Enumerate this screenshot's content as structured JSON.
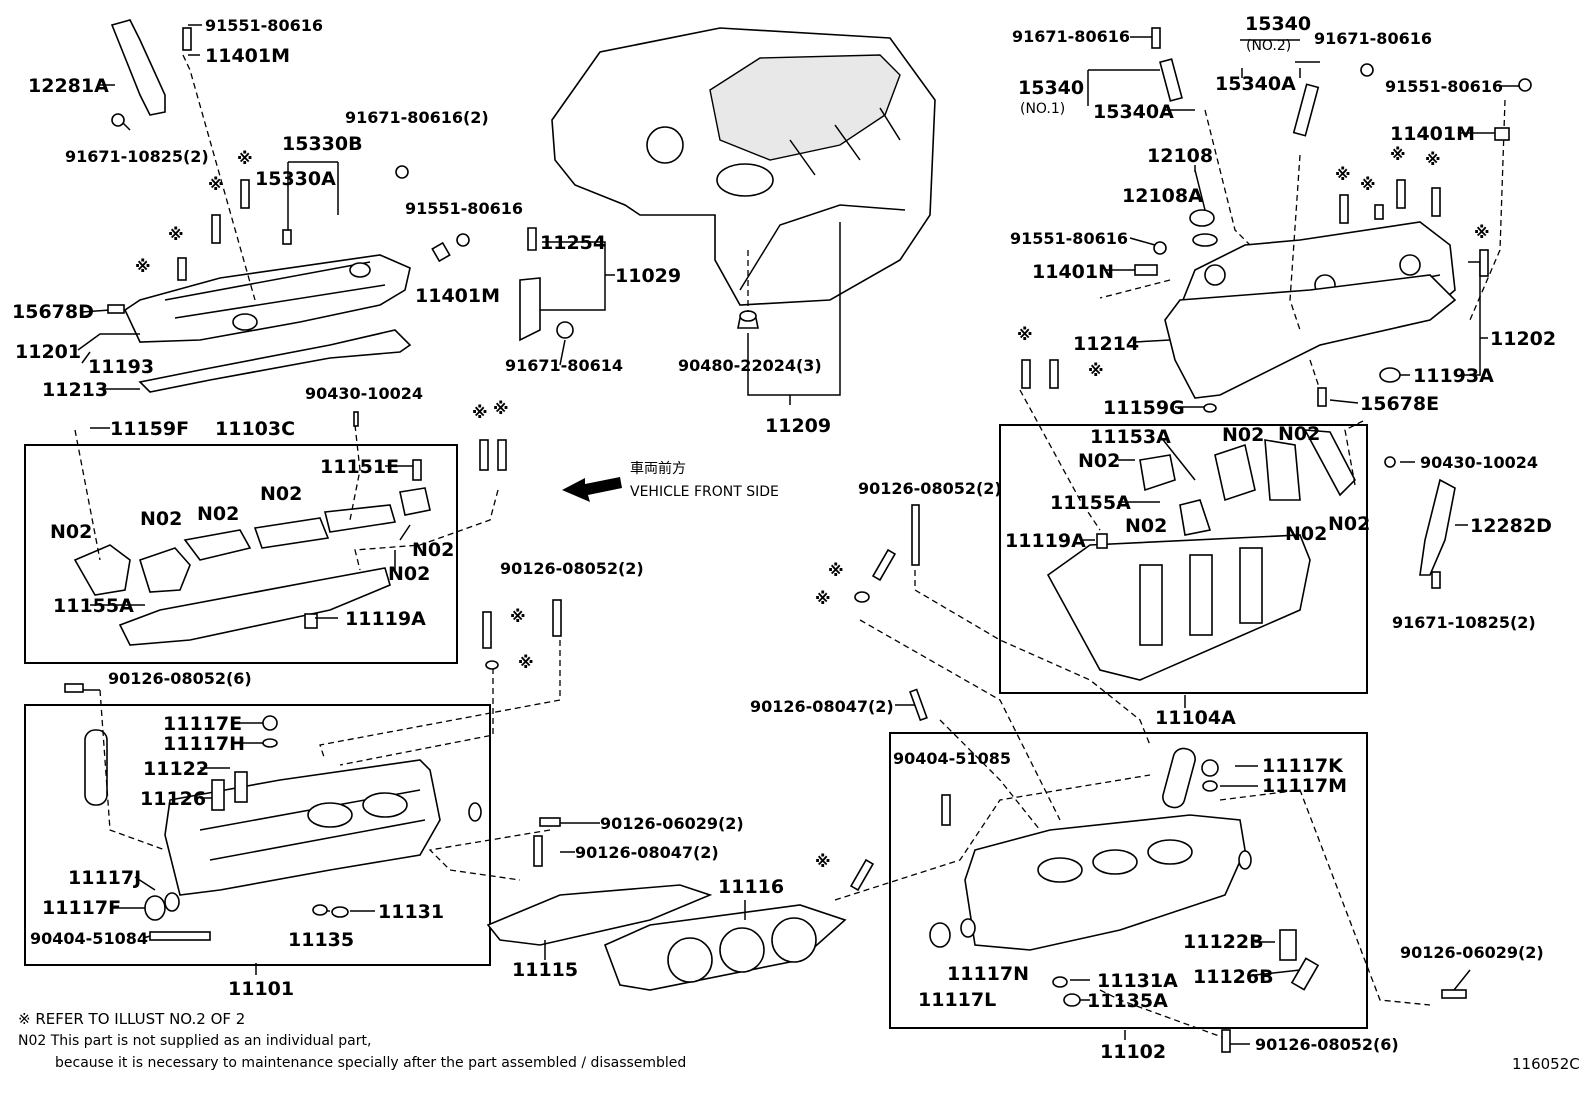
{
  "labels": {
    "l12281A": "12281A",
    "l91551_80616_a": "91551-80616",
    "l11401M_a": "11401M",
    "l91671_10825_a": "91671-10825(2)",
    "l15330B": "15330B",
    "l15330A": "15330A",
    "l91671_80616_2a": "91671-80616(2)",
    "l91551_80616_b": "91551-80616",
    "l11401M_b": "11401M",
    "l15678D": "15678D",
    "l11201": "11201",
    "l11193": "11193",
    "l11213": "11213",
    "l90430_10024_a": "90430-10024",
    "l11254": "11254",
    "l11029": "11029",
    "l91671_80614": "91671-80614",
    "l90480_22024": "90480-22024(3)",
    "l11209": "11209",
    "l11159F": "11159F",
    "l11103C": "11103C",
    "l11151E": "11151E",
    "l11155A_a": "11155A",
    "l11119A_a": "11119A",
    "l90126_08052_2a": "90126-08052(2)",
    "l90126_08052_6a": "90126-08052(6)",
    "l11117E": "11117E",
    "l11117H": "11117H",
    "l11122": "11122",
    "l11126": "11126",
    "l11117J": "11117J",
    "l11117F": "11117F",
    "l90404_51084": "90404-51084",
    "l11135": "11135",
    "l11131": "11131",
    "l11101": "11101",
    "l90126_06029_a": "90126-06029(2)",
    "l90126_08047_a": "90126-08047(2)",
    "l11115": "11115",
    "l11116": "11116",
    "l91671_80616_c": "91671-80616",
    "l15340": "15340",
    "l15340_no2": "(NO.2)",
    "l91671_80616_d": "91671-80616",
    "l15340_b": "15340",
    "l15340_no1": "(NO.1)",
    "l15340A_a": "15340A",
    "l15340A_b": "15340A",
    "l91551_80616_c": "91551-80616",
    "l11401M_c": "11401M",
    "l12108": "12108",
    "l12108A": "12108A",
    "l91551_80616_d": "91551-80616",
    "l11401N": "11401N",
    "l11214": "11214",
    "l11202": "11202",
    "l11193A": "11193A",
    "l11159G": "11159G",
    "l15678E": "15678E",
    "l11153A": "11153A",
    "l90430_10024_b": "90430-10024",
    "l12282D": "12282D",
    "l91671_10825_b": "91671-10825(2)",
    "l11155A_b": "11155A",
    "l11119A_b": "11119A",
    "l11104A": "11104A",
    "l90126_08052_2b": "90126-08052(2)",
    "l90126_08047_b": "90126-08047(2)",
    "l90404_51085": "90404-51085",
    "l11117K": "11117K",
    "l11117M": "11117M",
    "l11122B": "11122B",
    "l11126B": "11126B",
    "l11117N": "11117N",
    "l11117L": "11117L",
    "l11131A": "11131A",
    "l11135A": "11135A",
    "l11102": "11102",
    "l90126_08052_6b": "90126-08052(6)",
    "l90126_06029_b": "90126-06029(2)",
    "no2": "N02",
    "refmark": "※"
  },
  "direction": {
    "jp": "車両前方",
    "en": "VEHICLE FRONT SIDE"
  },
  "notes": {
    "refer": "※ REFER TO ILLUST NO.2 OF 2",
    "no2_line1": "N02 This part is not supplied as an individual part,",
    "no2_line2": "because it is necessary to maintenance specially after the part assembled / disassembled",
    "figure_id": "116052C"
  }
}
